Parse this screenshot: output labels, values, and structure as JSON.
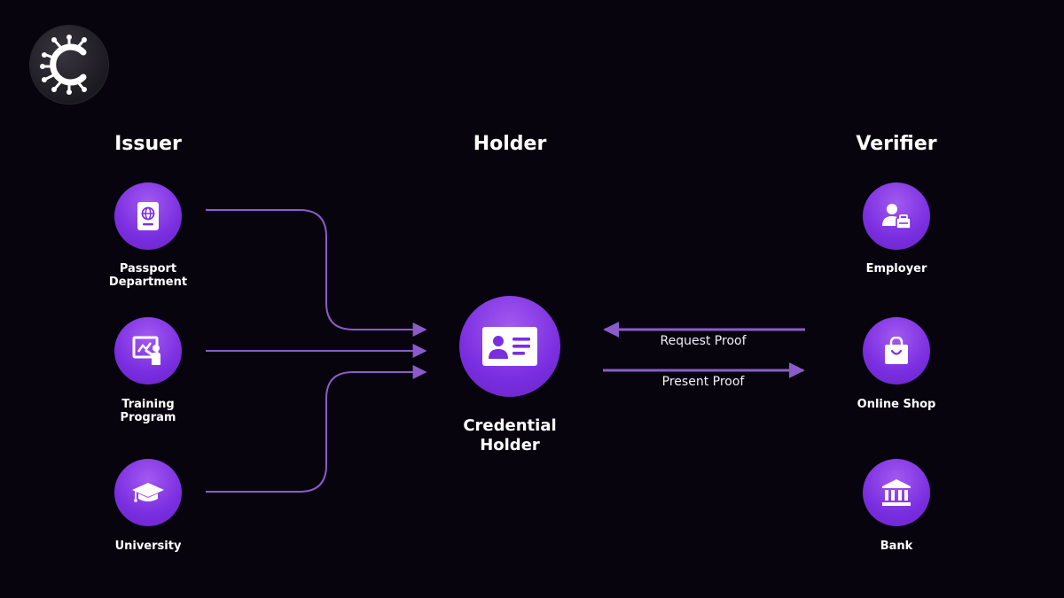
{
  "columns": {
    "issuer": "Issuer",
    "holder": "Holder",
    "verifier": "Verifier"
  },
  "issuers": [
    {
      "label_1": "Passport",
      "label_2": "Department",
      "icon": "passport-icon"
    },
    {
      "label_1": "Training",
      "label_2": "Program",
      "icon": "training-icon"
    },
    {
      "label_1": "University",
      "label_2": "",
      "icon": "graduation-cap-icon"
    }
  ],
  "holder": {
    "label_1": "Credential",
    "label_2": "Holder",
    "icon": "id-card-icon"
  },
  "verifiers": [
    {
      "label": "Employer",
      "icon": "employer-icon"
    },
    {
      "label": "Online Shop",
      "icon": "shopping-bag-icon"
    },
    {
      "label": "Bank",
      "icon": "bank-icon"
    }
  ],
  "flows": {
    "request": "Request Proof",
    "present": "Present Proof"
  },
  "colors": {
    "background": "#07040d",
    "accent": "#7a2ee0",
    "arrow": "#8b5cc9"
  }
}
